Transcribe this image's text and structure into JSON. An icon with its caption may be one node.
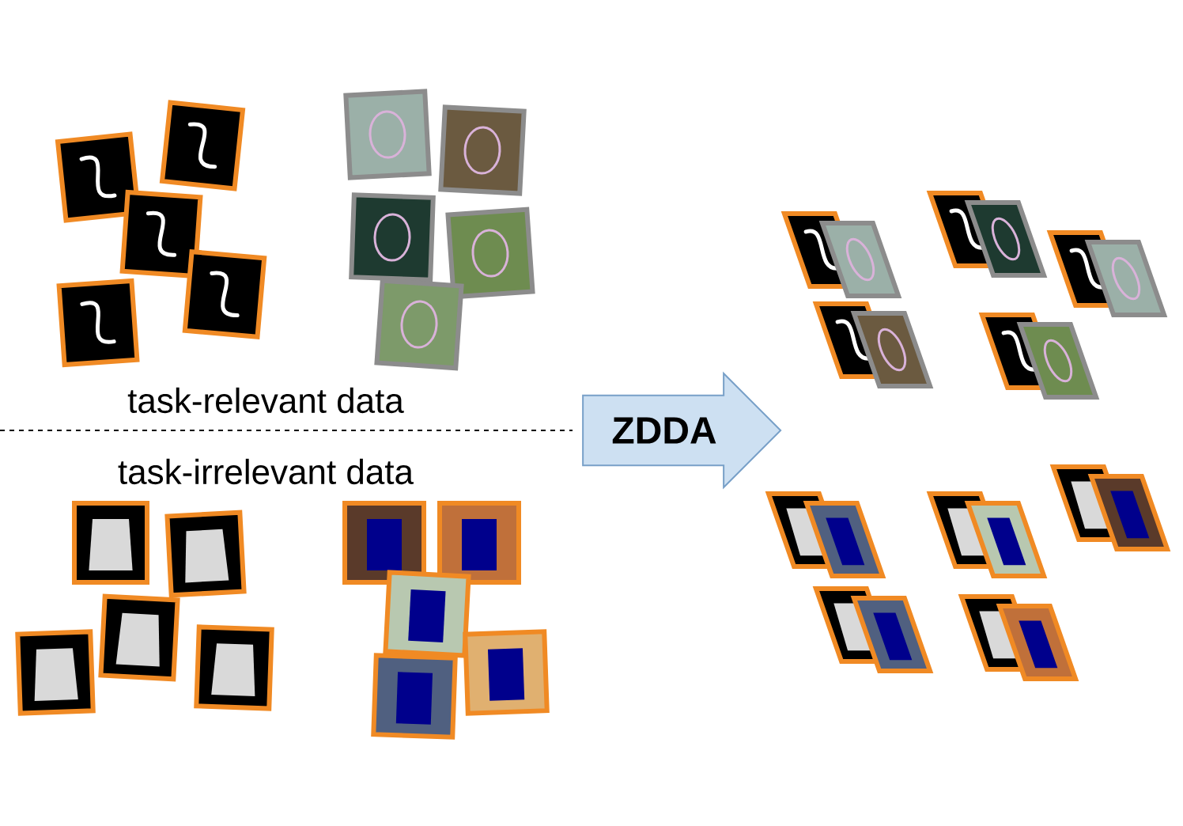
{
  "diagram": {
    "nodes": [
      {
        "text": [
          "ZDDA"
        ]
      }
    ],
    "labels": [
      "task-relevant data",
      "task-irrelevant data"
    ]
  }
}
